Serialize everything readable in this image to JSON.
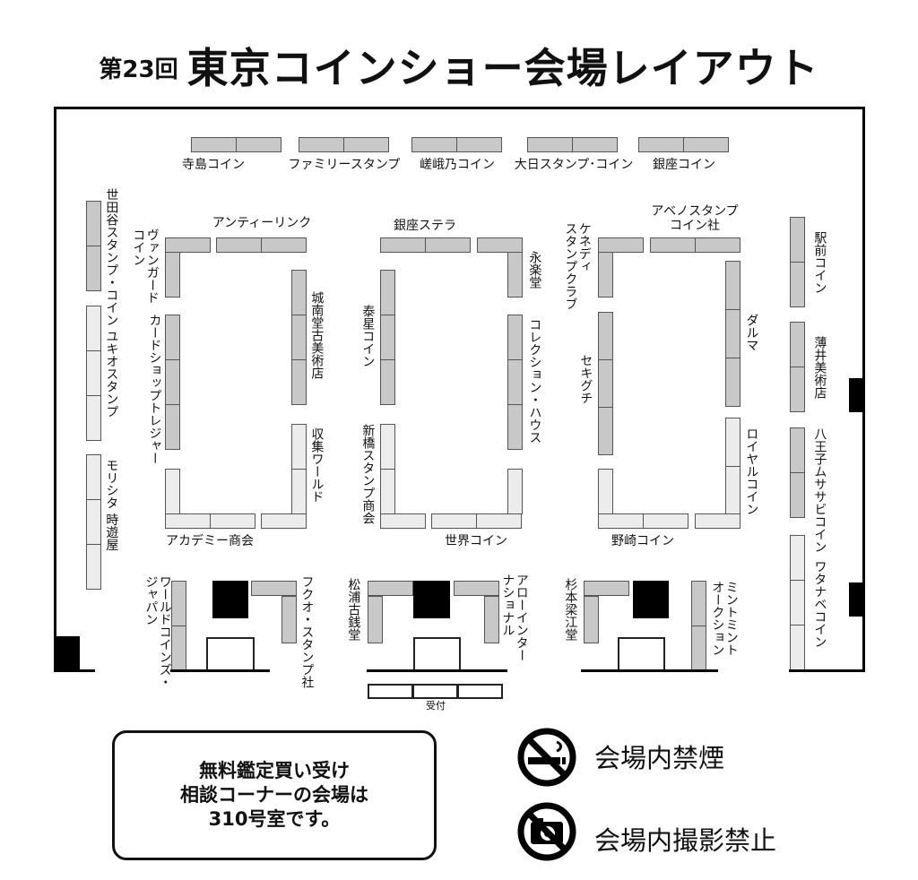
{
  "title": {
    "edition": "第23回",
    "main": "東京コインショー会場レイアウト"
  },
  "booths": {
    "top": [
      "寺島コイン",
      "ファミリースタンプ",
      "嵯峨乃コイン",
      "大日スタンプ･コイン",
      "銀座コイン"
    ],
    "left_wall": [
      "世田谷スタンプ・コイン",
      "ユキオスタンプ",
      "モリシタ 時遊屋"
    ],
    "block1": {
      "vanguard": "ヴァンガード\nコイン",
      "antique": "アンティーリンク",
      "card": "カードショップトレジャー",
      "jonan": "城南堂古美術店",
      "shushu": "収集ワールド",
      "academy": "アカデミー商会"
    },
    "block2": {
      "ginza_stella": "銀座ステラ",
      "taisei": "泰星コイン",
      "eiraku": "永楽堂",
      "collection": "コレクション・ハウス",
      "shinbashi": "新橋スタンプ商会",
      "sekai": "世界コイン"
    },
    "block3": {
      "kennedy": "ケネディ\nスタンプクラブ",
      "abeno": "アベノスタンプ\nコイン社",
      "daruma": "ダルマ",
      "sekiguchi": "セキグチ",
      "royal": "ロイヤルコイン",
      "nozaki": "野崎コイン"
    },
    "right_wall": [
      "駅前コイン",
      "薄井美術店",
      "八王子ムササビコイン",
      "ワタナベコイン"
    ],
    "bottom": {
      "world": "ワールドコインズ・\nジャパン",
      "fukuo": "フクオ・スタンプ社",
      "matsuura": "松浦古銭堂",
      "arrow": "アローインター\nナショナル",
      "sugimoto": "杉本梁江堂",
      "mint": "ミントミント\nオークション"
    },
    "reception": "受付"
  },
  "info_box": [
    "無料鑑定買い受け",
    "相談コーナーの会場は",
    "310号室です。"
  ],
  "rules": [
    {
      "icon": "no-smoking-icon",
      "text": "会場内禁煙"
    },
    {
      "icon": "no-camera-icon",
      "text": "会場内撮影禁止"
    }
  ],
  "colors": {
    "booth_dark": "#c8c8c8",
    "booth_light": "#ececec"
  }
}
